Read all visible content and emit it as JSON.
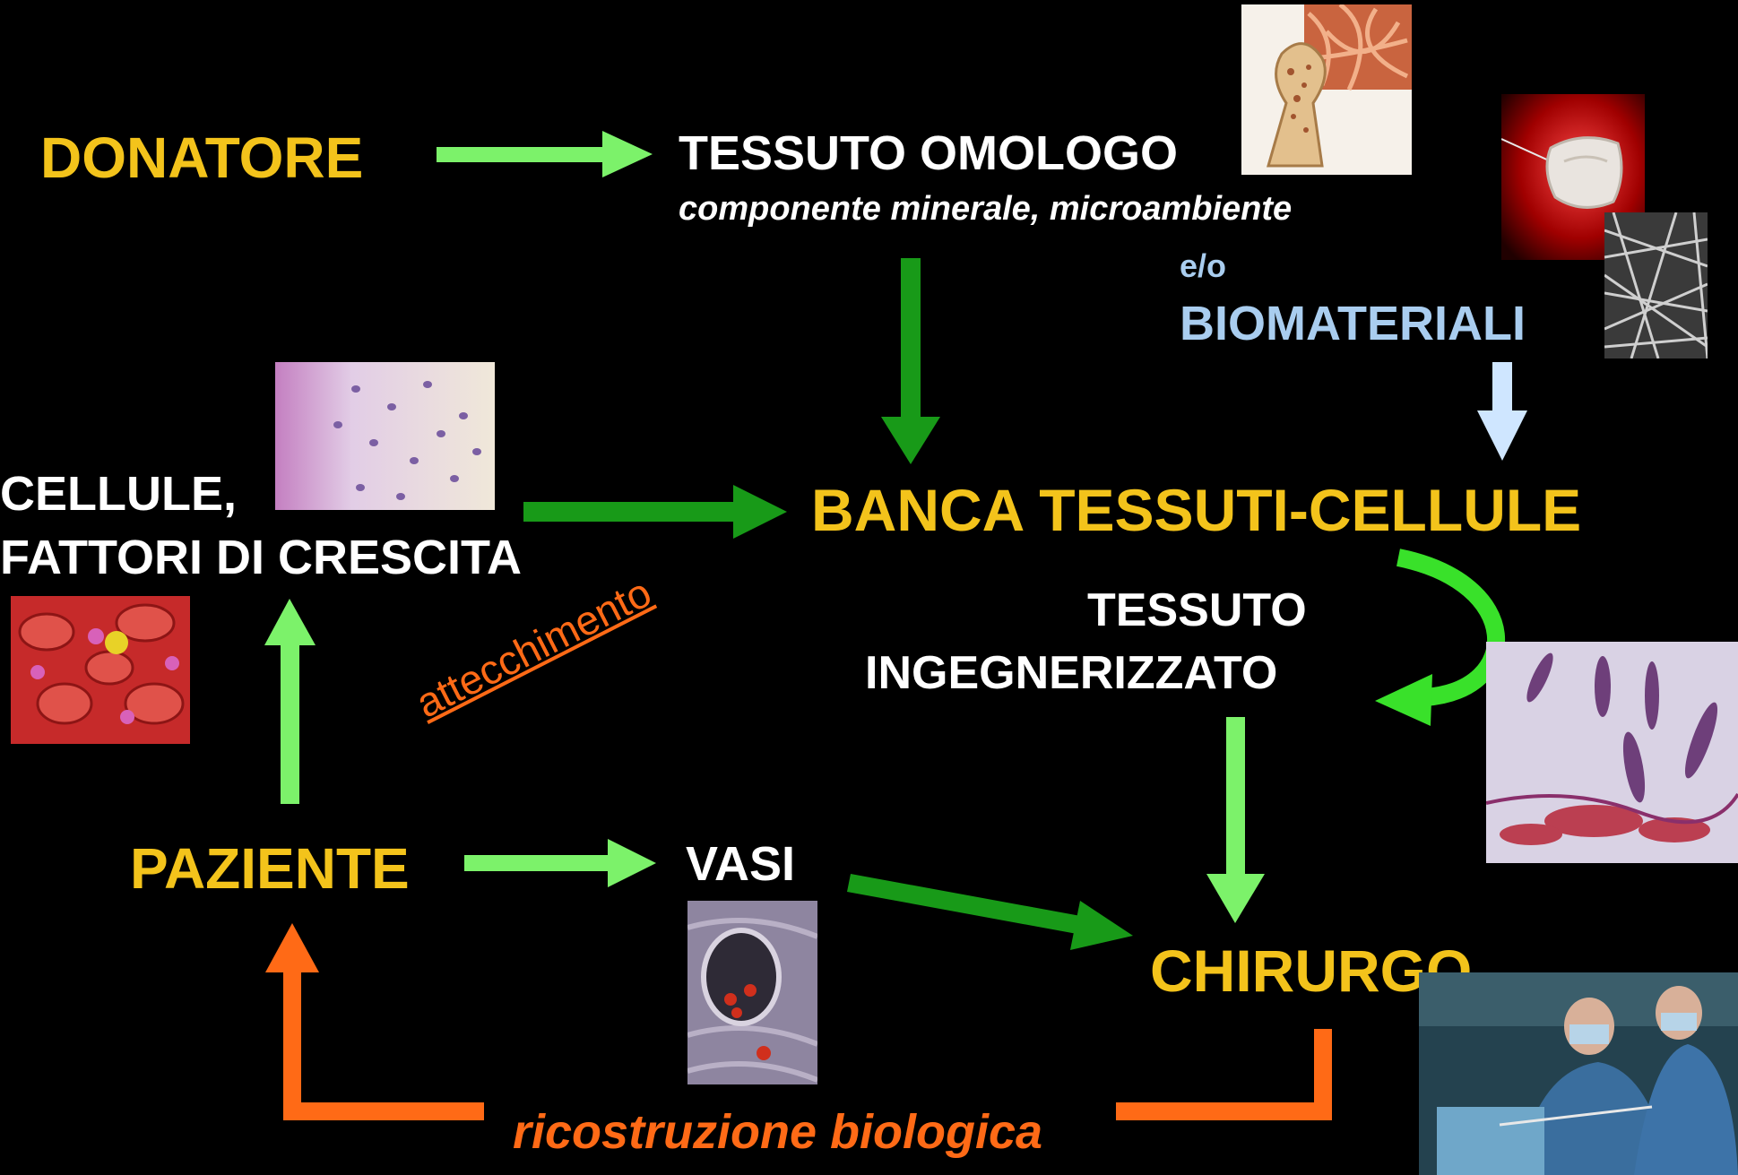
{
  "labels": {
    "donatore": "DONATORE",
    "tessuto_omologo": "TESSUTO OMOLOGO",
    "tessuto_omologo_sub": "componente minerale, microambiente",
    "eo": "e/o",
    "biomateriali": "BIOMATERIALI",
    "cellule_line1": "CELLULE,",
    "cellule_line2": "FATTORI DI CRESCITA",
    "banca": "BANCA TESSUTI-CELLULE",
    "tessuto_ing_line1": "TESSUTO",
    "tessuto_ing_line2": "INGEGNERIZZATO",
    "attecchimento": "attecchimento",
    "paziente": "PAZIENTE",
    "vasi": "VASI",
    "chirurgo": "CHIRURGO",
    "ricostruzione": "ricostruzione biologica"
  },
  "colors": {
    "background": "#000000",
    "heading_yellow": "#f3c31b",
    "biomaterial_blue": "#a9cdef",
    "light_green": "#7cf26a",
    "dark_green": "#189a18",
    "bright_green": "#39e12a",
    "pale_blue": "#cfe6ff",
    "orange": "#ff6a16"
  },
  "images": [
    "femur-bone-image",
    "biomaterial-scaffold-image",
    "fiber-mesh-image",
    "cartilage-histology-image",
    "blood-cells-image",
    "engineered-tissue-histology-image",
    "blood-vessel-image",
    "surgeons-photo"
  ]
}
